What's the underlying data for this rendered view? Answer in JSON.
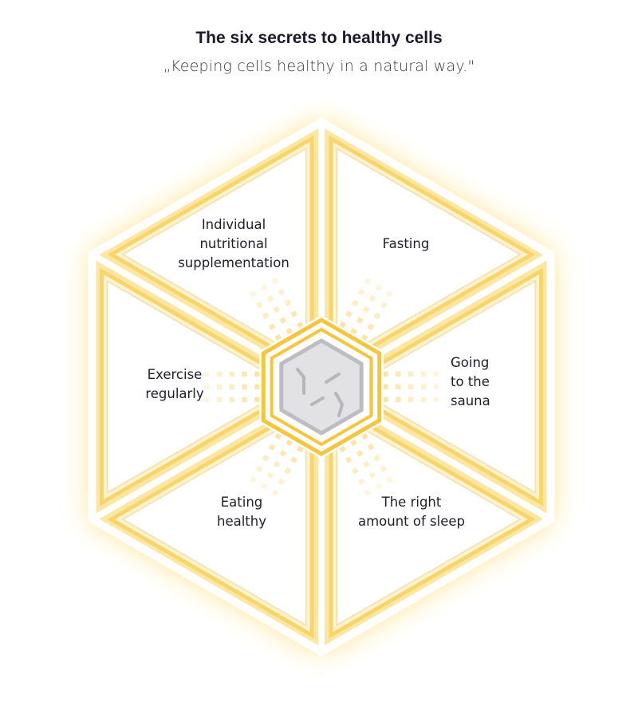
{
  "header": {
    "title": "The six secrets to healthy cells",
    "subtitle": "„Keeping cells healthy in a natural way.\""
  },
  "colors": {
    "glow": "#ffd34d",
    "frame_gold": "#f6c53a",
    "frame_light": "#fbe7a3",
    "frame_white": "#ffffff",
    "center_fill": "#e2e2e4",
    "center_stroke": "#bcbcc2",
    "dots": "#fbd679",
    "text": "#1e1e2c"
  },
  "segments": [
    {
      "id": "supplementation",
      "lines": [
        "Individual",
        "nutritional",
        "supplementation"
      ]
    },
    {
      "id": "fasting",
      "lines": [
        "Fasting"
      ]
    },
    {
      "id": "sauna",
      "lines": [
        "Going",
        "to the",
        "sauna"
      ]
    },
    {
      "id": "sleep",
      "lines": [
        "The right",
        "amount of sleep"
      ]
    },
    {
      "id": "eating",
      "lines": [
        "Eating",
        "healthy"
      ]
    },
    {
      "id": "exercise",
      "lines": [
        "Exercise",
        "regularly"
      ]
    }
  ],
  "center": {
    "icon": "cell-hexagon-icon"
  }
}
